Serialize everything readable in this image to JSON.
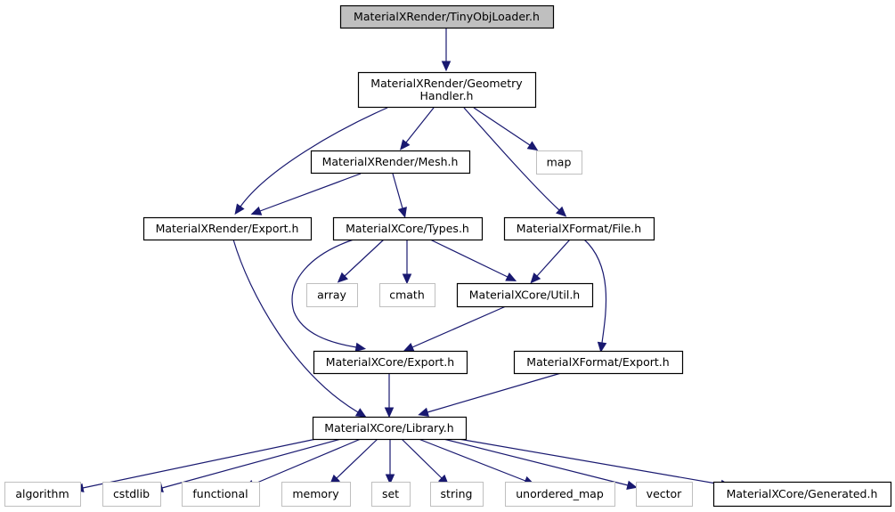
{
  "diagram": {
    "type": "include-dependency-graph",
    "colors": {
      "edge": "#191970",
      "root_fill": "#bfbfbf",
      "root_border": "#000000",
      "node_fill": "#ffffff",
      "node_border": "#000000",
      "external_border": "#bfbfbf"
    },
    "nodes": [
      {
        "id": "tinyobj",
        "label": [
          "MaterialXRender/TinyObjLoader.h"
        ],
        "kind": "root"
      },
      {
        "id": "geomhandler",
        "label": [
          "MaterialXRender/Geometry",
          "Handler.h"
        ],
        "kind": "internal"
      },
      {
        "id": "mesh",
        "label": [
          "MaterialXRender/Mesh.h"
        ],
        "kind": "internal"
      },
      {
        "id": "map",
        "label": [
          "map"
        ],
        "kind": "external"
      },
      {
        "id": "renderexport",
        "label": [
          "MaterialXRender/Export.h"
        ],
        "kind": "internal"
      },
      {
        "id": "types",
        "label": [
          "MaterialXCore/Types.h"
        ],
        "kind": "internal"
      },
      {
        "id": "file",
        "label": [
          "MaterialXFormat/File.h"
        ],
        "kind": "internal"
      },
      {
        "id": "array",
        "label": [
          "array"
        ],
        "kind": "external"
      },
      {
        "id": "cmath",
        "label": [
          "cmath"
        ],
        "kind": "external"
      },
      {
        "id": "util",
        "label": [
          "MaterialXCore/Util.h"
        ],
        "kind": "internal"
      },
      {
        "id": "coreexport",
        "label": [
          "MaterialXCore/Export.h"
        ],
        "kind": "internal"
      },
      {
        "id": "formatexport",
        "label": [
          "MaterialXFormat/Export.h"
        ],
        "kind": "internal"
      },
      {
        "id": "library",
        "label": [
          "MaterialXCore/Library.h"
        ],
        "kind": "internal"
      },
      {
        "id": "algorithm",
        "label": [
          "algorithm"
        ],
        "kind": "external"
      },
      {
        "id": "cstdlib",
        "label": [
          "cstdlib"
        ],
        "kind": "external"
      },
      {
        "id": "functional",
        "label": [
          "functional"
        ],
        "kind": "external"
      },
      {
        "id": "memory",
        "label": [
          "memory"
        ],
        "kind": "external"
      },
      {
        "id": "set",
        "label": [
          "set"
        ],
        "kind": "external"
      },
      {
        "id": "string",
        "label": [
          "string"
        ],
        "kind": "external"
      },
      {
        "id": "unordered_map",
        "label": [
          "unordered_map"
        ],
        "kind": "external"
      },
      {
        "id": "vector",
        "label": [
          "vector"
        ],
        "kind": "external"
      },
      {
        "id": "generated",
        "label": [
          "MaterialXCore/Generated.h"
        ],
        "kind": "internal"
      }
    ],
    "edges": [
      {
        "from": "tinyobj",
        "to": "geomhandler"
      },
      {
        "from": "geomhandler",
        "to": "renderexport"
      },
      {
        "from": "geomhandler",
        "to": "mesh"
      },
      {
        "from": "geomhandler",
        "to": "map"
      },
      {
        "from": "geomhandler",
        "to": "file"
      },
      {
        "from": "mesh",
        "to": "renderexport"
      },
      {
        "from": "mesh",
        "to": "types"
      },
      {
        "from": "renderexport",
        "to": "library"
      },
      {
        "from": "types",
        "to": "array"
      },
      {
        "from": "types",
        "to": "cmath"
      },
      {
        "from": "types",
        "to": "util"
      },
      {
        "from": "types",
        "to": "coreexport"
      },
      {
        "from": "file",
        "to": "util"
      },
      {
        "from": "file",
        "to": "formatexport"
      },
      {
        "from": "util",
        "to": "coreexport"
      },
      {
        "from": "coreexport",
        "to": "library"
      },
      {
        "from": "formatexport",
        "to": "library"
      },
      {
        "from": "library",
        "to": "algorithm"
      },
      {
        "from": "library",
        "to": "cstdlib"
      },
      {
        "from": "library",
        "to": "functional"
      },
      {
        "from": "library",
        "to": "memory"
      },
      {
        "from": "library",
        "to": "set"
      },
      {
        "from": "library",
        "to": "string"
      },
      {
        "from": "library",
        "to": "unordered_map"
      },
      {
        "from": "library",
        "to": "vector"
      },
      {
        "from": "library",
        "to": "generated"
      }
    ]
  }
}
